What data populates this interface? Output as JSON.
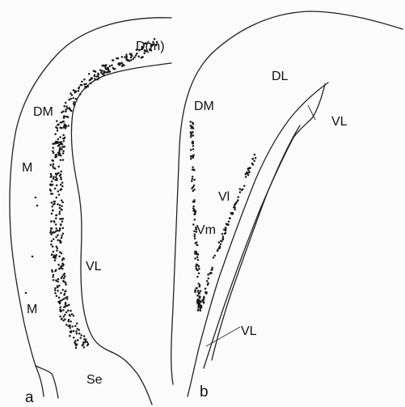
{
  "panel_a": {
    "letter": "a",
    "labels": {
      "dm_paren": "D(m)",
      "dm": "DM",
      "m_upper": "M",
      "m_lower": "M",
      "vl": "VL",
      "se": "Se"
    }
  },
  "panel_b": {
    "letter": "b",
    "labels": {
      "dl": "DL",
      "dm": "DM",
      "vl_top": "VL",
      "vl_mid": "Vl",
      "vm": "Vm",
      "vl_bottom": "VL"
    }
  }
}
